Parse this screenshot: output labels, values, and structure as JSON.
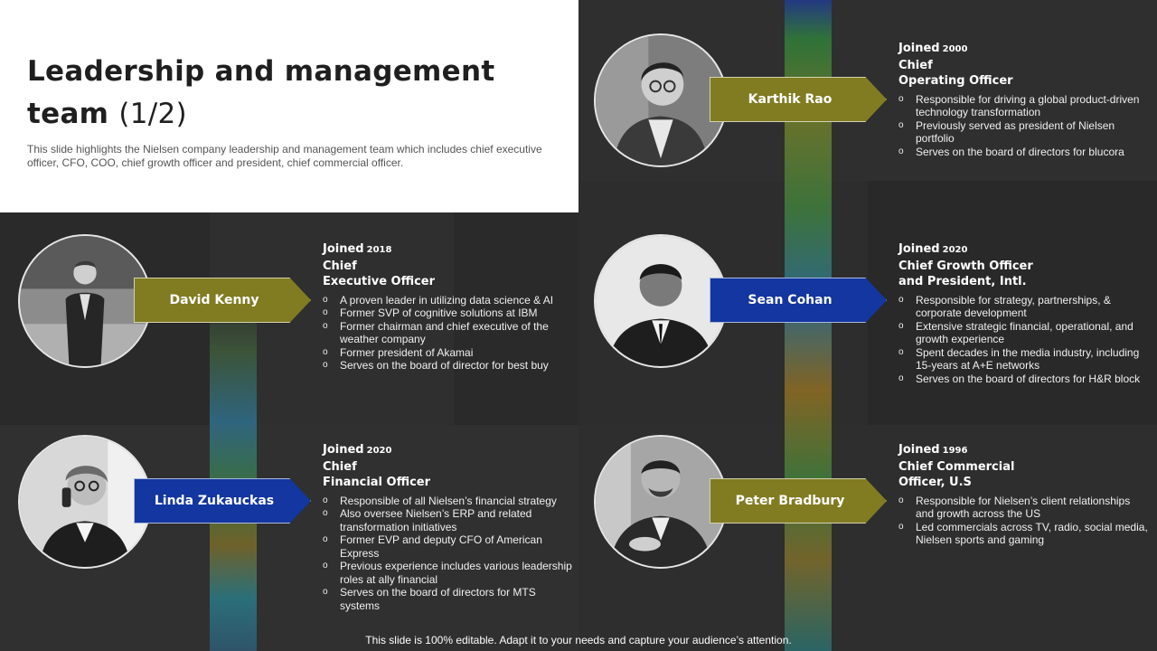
{
  "title": {
    "heading": "Leadership and management team",
    "page_indicator": "(1/2)",
    "description": "This slide highlights the Nielsen company leadership and management team which includes chief executive officer, CFO, COO, chief growth officer and president, chief commercial officer."
  },
  "people": [
    {
      "name": "Karthik Rao",
      "joined_label": "Joined",
      "joined_year": "2000",
      "role_line1": "Chief",
      "role_line2": "Operating Officer",
      "arrow_color": "#817c22",
      "bullets": [
        "Responsible for driving a global product-driven technology transformation",
        "Previously served as president of Nielsen portfolio",
        "Serves on the board of directors for blucora"
      ]
    },
    {
      "name": "David Kenny",
      "joined_label": "Joined",
      "joined_year": "2018",
      "role_line1": "Chief",
      "role_line2": "Executive Officer",
      "arrow_color": "#817c22",
      "bullets": [
        "A proven leader in utilizing data science & AI",
        "Former SVP of cognitive solutions at IBM",
        "Former chairman and chief executive of the weather company",
        "Former president of Akamai",
        "Serves on the board of director for best buy"
      ]
    },
    {
      "name": "Sean Cohan",
      "joined_label": "Joined",
      "joined_year": "2020",
      "role_line1": "Chief Growth Officer",
      "role_line2": "and President, Intl.",
      "arrow_color": "#1336a0",
      "bullets": [
        "Responsible for strategy, partnerships, & corporate development",
        "Extensive strategic financial, operational, and growth experience",
        "Spent decades in the media industry, including 15-years at A+E networks",
        "Serves on the board of directors for H&R block"
      ]
    },
    {
      "name": "Linda Zukauckas",
      "joined_label": "Joined",
      "joined_year": "2020",
      "role_line1": "Chief",
      "role_line2": "Financial Officer",
      "arrow_color": "#1336a0",
      "bullets": [
        "Responsible of all Nielsen’s financial strategy",
        "Also oversee Nielsen’s ERP and related transformation initiatives",
        "Former EVP and deputy CFO of American Express",
        "Previous experience includes various leadership roles at ally financial",
        "Serves on the board of directors for MTS systems"
      ]
    },
    {
      "name": "Peter Bradbury",
      "joined_label": "Joined",
      "joined_year": "1996",
      "role_line1": "Chief Commercial",
      "role_line2": "Officer, U.S",
      "arrow_color": "#817c22",
      "bullets": [
        "Responsible for Nielsen’s client relationships and growth across the US",
        "Led commercials across TV, radio, social media, Nielsen sports and gaming"
      ]
    }
  ],
  "footer": "This slide is 100% editable. Adapt it to your needs and capture your audience’s attention."
}
